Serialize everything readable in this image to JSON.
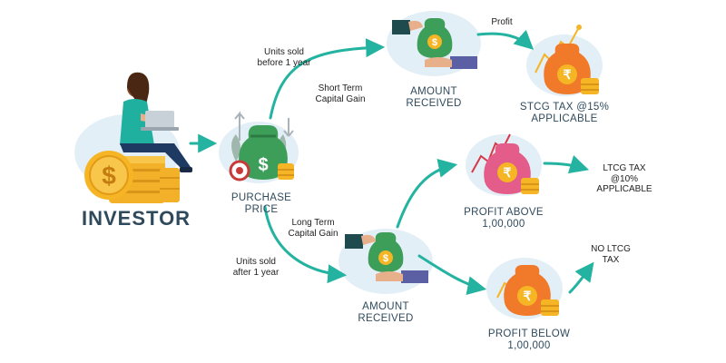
{
  "investor_label": "INVESTOR",
  "purchase_price_label_line1": "PURCHASE",
  "purchase_price_label_line2": "PRICE",
  "short_branch": {
    "condition_line1": "Units sold",
    "condition_line2": "before 1 year",
    "gain_line1": "Short Term",
    "gain_line2": "Capital Gain",
    "amount_line1": "AMOUNT",
    "amount_line2": "RECEIVED",
    "profit_label": "Profit",
    "tax_line1": "STCG TAX @15%",
    "tax_line2": "APPLICABLE"
  },
  "long_branch": {
    "gain_line1": "Long Term",
    "gain_line2": "Capital Gain",
    "condition_line1": "Units sold",
    "condition_line2": "after 1 year",
    "amount_line1": "AMOUNT",
    "amount_line2": "RECEIVED",
    "above_line1": "PROFIT ABOVE",
    "above_line2": "1,00,000",
    "above_tax_line1": "LTCG TAX",
    "above_tax_line2": "@10%",
    "above_tax_line3": "APPLICABLE",
    "below_line1": "PROFIT BELOW",
    "below_line2": "1,00,000",
    "below_tax_line1": "NO LTCG",
    "below_tax_line2": "TAX"
  },
  "symbols": {
    "dollar": "$",
    "rupee": "₹"
  },
  "colors": {
    "arrow": "#23b3a0",
    "blob": "#e3eff6",
    "text": "#2f4a5c",
    "gold": "#f5b525",
    "money_bag_green": "#3d9e5a",
    "money_bag_orange": "#f07a2a",
    "money_bag_pink": "#e45c8a",
    "hand_sleeve_dark": "#1f4b4f",
    "hand_sleeve_purple": "#5b5fa3"
  }
}
